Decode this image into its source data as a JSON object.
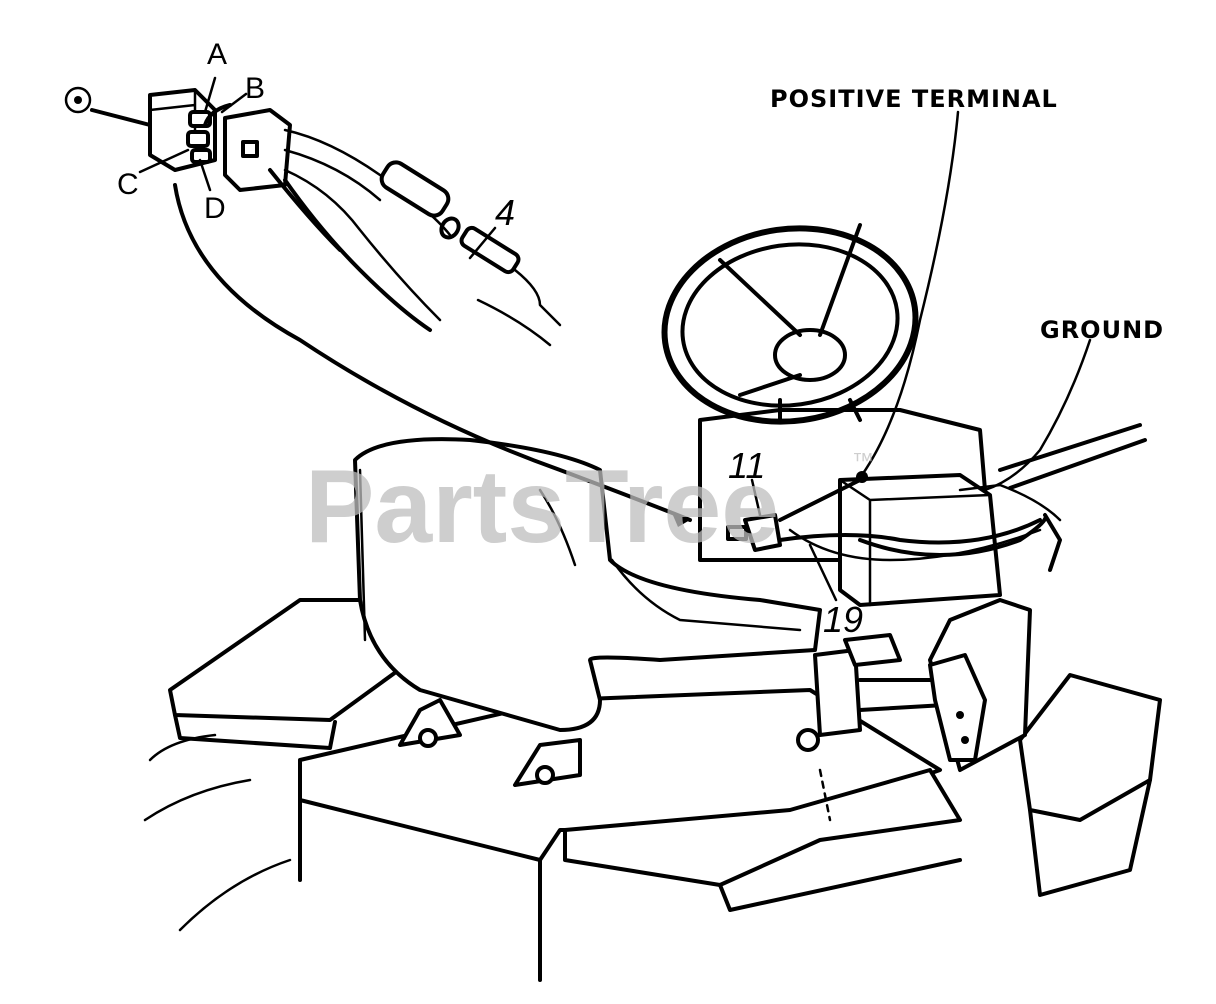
{
  "labels": {
    "positive_terminal": "POSITIVE TERMINAL",
    "ground": "GROUND",
    "A": "A",
    "B": "B",
    "C": "C",
    "D": "D",
    "ref_4": "4",
    "ref_11": "11",
    "ref_19": "19"
  },
  "watermark": {
    "text": "PartsTree",
    "mark": "™"
  },
  "icons": [
    "switch-plug-icon",
    "steering-wheel-icon",
    "seat-icon",
    "battery-icon",
    "pedal-icon"
  ]
}
